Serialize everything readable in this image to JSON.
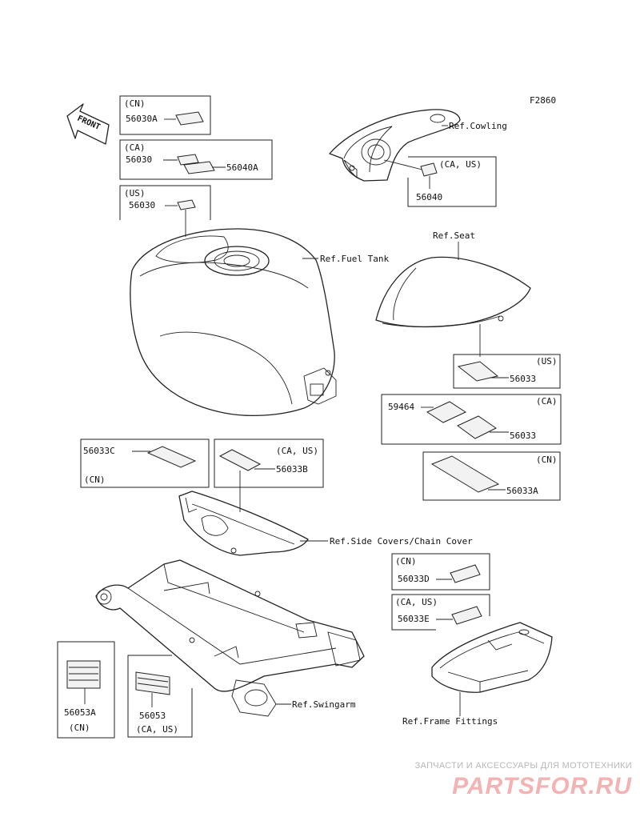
{
  "figure_code": "F2860",
  "front_label": "FRONT",
  "boxes": {
    "cn_top": {
      "region": "(CN)",
      "part": "56030A"
    },
    "ca_top": {
      "region": "(CA)",
      "part_a": "56030",
      "part_b": "56040A"
    },
    "us_top": {
      "region": "(US)",
      "part": "56030"
    },
    "cowling_box": {
      "region": "(CA, US)",
      "part": "56040"
    },
    "seat_us": {
      "region": "(US)",
      "part": "56033"
    },
    "seat_ca": {
      "region": "(CA)",
      "part_a": "59464",
      "part_b": "56033"
    },
    "seat_cn": {
      "region": "(CN)",
      "part": "56033A"
    },
    "side_cn": {
      "region": "(CN)",
      "part": "56033C"
    },
    "side_caus": {
      "region": "(CA, US)",
      "part": "56033B"
    },
    "frame_cn": {
      "region": "(CN)",
      "part": "56033D"
    },
    "frame_caus": {
      "region": "(CA, US)",
      "part": "56033E"
    },
    "swing_cn": {
      "region": "(CN)",
      "part": "56053A"
    },
    "swing_caus": {
      "region": "(CA, US)",
      "part": "56053"
    }
  },
  "refs": {
    "cowling": "Ref.Cowling",
    "seat": "Ref.Seat",
    "fuel_tank": "Ref.Fuel Tank",
    "side_covers": "Ref.Side Covers/Chain Cover",
    "swingarm": "Ref.Swingarm",
    "frame_fittings": "Ref.Frame Fittings"
  },
  "watermark": {
    "tagline": "ЗАПЧАСТИ И АКСЕССУАРЫ ДЛЯ МОТОТЕХНИКИ",
    "logo": "PARTSFOR.RU",
    "colors": {
      "tagline": "#b8b8b8",
      "logo": "#f3b3b3"
    }
  }
}
